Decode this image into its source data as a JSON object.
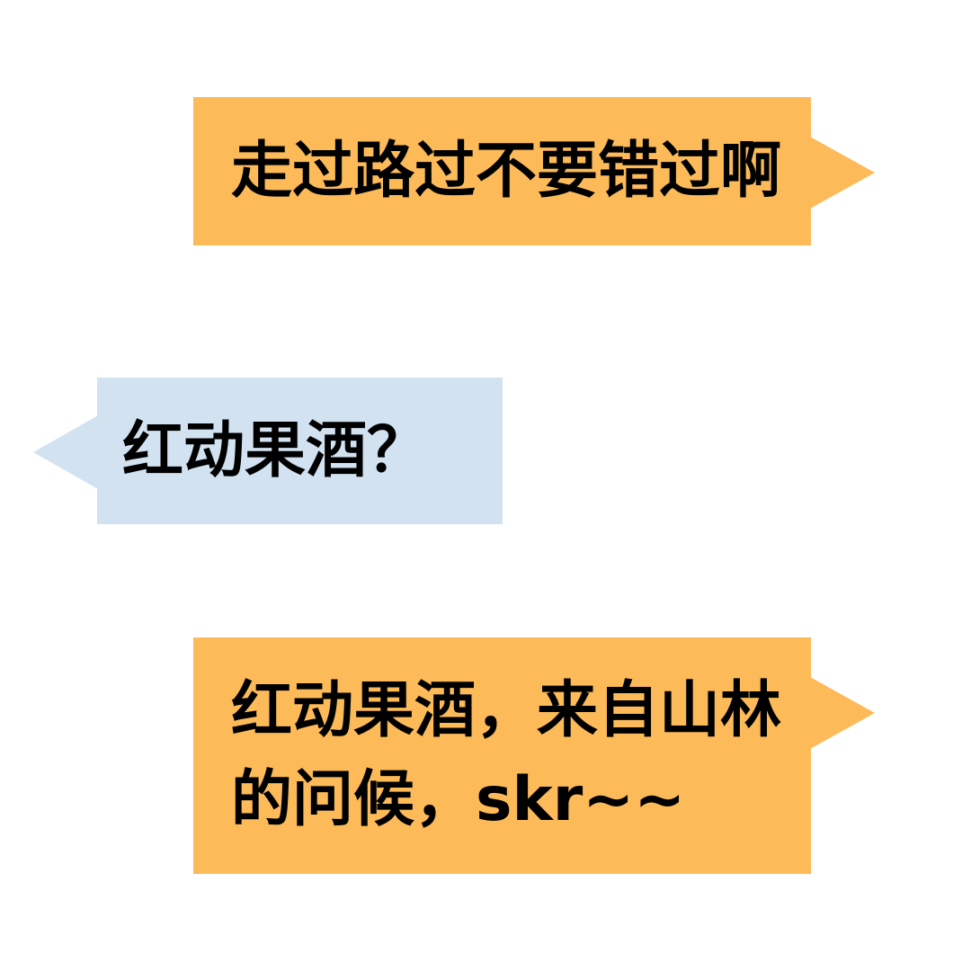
{
  "colors": {
    "orange_bubble": "#FDBA58",
    "blue_bubble": "#D2E2F1",
    "text": "#000000",
    "background": "#FFFFFF"
  },
  "bubbles": [
    {
      "text": "走过路过不要错过啊",
      "side": "right",
      "color": "#FDBA58"
    },
    {
      "text": "红动果酒？",
      "side": "left",
      "color": "#D2E2F1"
    },
    {
      "text": "红动果酒，来自山林的问候，skr~~",
      "side": "right",
      "color": "#FDBA58"
    }
  ]
}
